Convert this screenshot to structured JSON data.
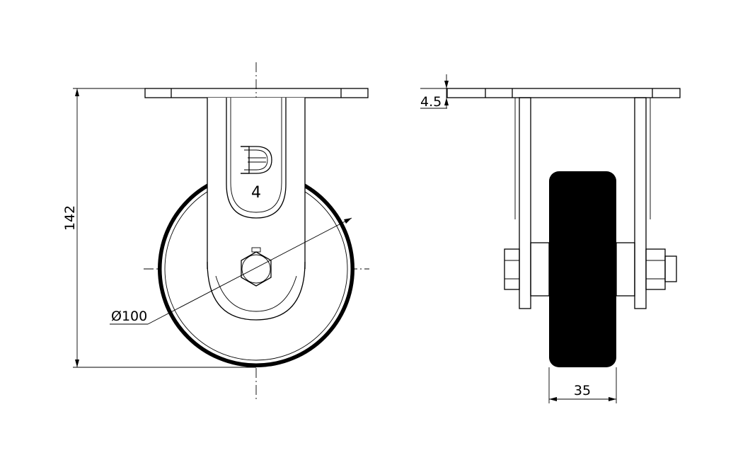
{
  "drawing": {
    "front_view": {
      "height_dim": "142",
      "diameter_dim": "Ø100",
      "logo_letter": "D",
      "model_number": "4"
    },
    "side_view": {
      "plate_thickness_dim": "4.5",
      "wheel_width_dim": "35"
    }
  }
}
